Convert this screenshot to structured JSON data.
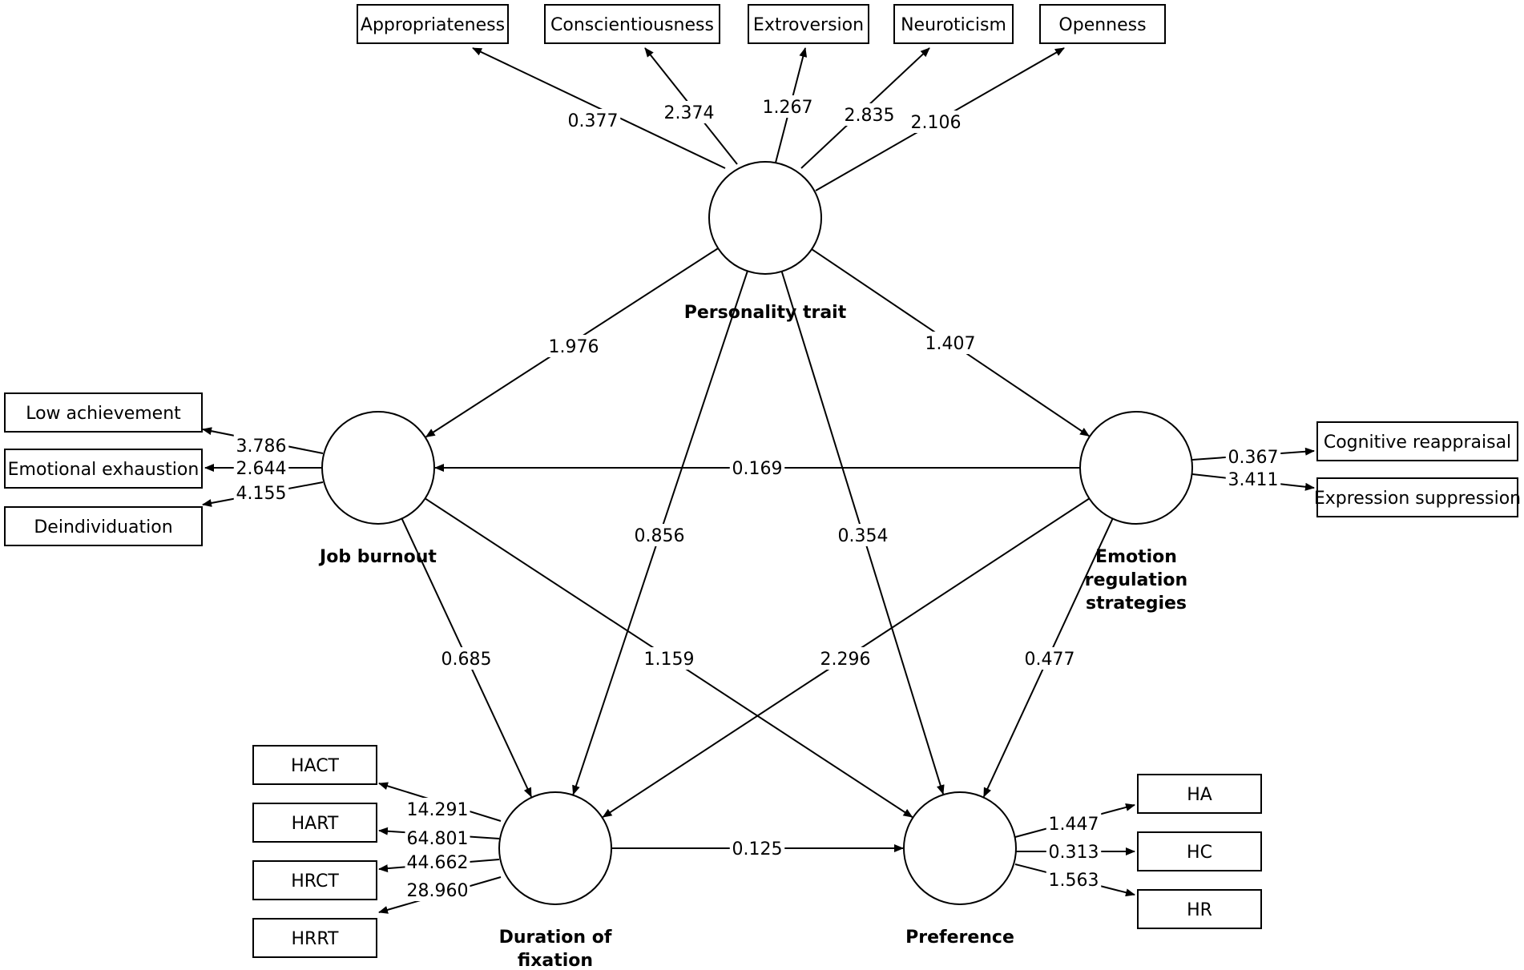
{
  "latents": {
    "pt": {
      "label": [
        "Personality trait"
      ]
    },
    "jb": {
      "label": [
        "Job burnout"
      ]
    },
    "er": {
      "label": [
        "Emotion",
        "regulation",
        "strategies"
      ]
    },
    "df": {
      "label": [
        "Duration of",
        "fixation"
      ]
    },
    "pr": {
      "label": [
        "Preference"
      ]
    }
  },
  "indicators": [
    {
      "id": "appropriateness",
      "label": "Appropriateness",
      "latent": "pt",
      "coef": "0.377"
    },
    {
      "id": "conscientiousness",
      "label": "Conscientiousness",
      "latent": "pt",
      "coef": "2.374"
    },
    {
      "id": "extroversion",
      "label": "Extroversion",
      "latent": "pt",
      "coef": "1.267"
    },
    {
      "id": "neuroticism",
      "label": "Neuroticism",
      "latent": "pt",
      "coef": "2.835"
    },
    {
      "id": "openness",
      "label": "Openness",
      "latent": "pt",
      "coef": "2.106"
    },
    {
      "id": "low-achievement",
      "label": "Low achievement",
      "latent": "jb",
      "coef": "3.786"
    },
    {
      "id": "emotional-exhaustion",
      "label": "Emotional exhaustion",
      "latent": "jb",
      "coef": "2.644"
    },
    {
      "id": "deindividuation",
      "label": "Deindividuation",
      "latent": "jb",
      "coef": "4.155"
    },
    {
      "id": "cognitive-reappraisal",
      "label": "Cognitive reappraisal",
      "latent": "er",
      "coef": "0.367"
    },
    {
      "id": "expression-suppression",
      "label": "Expression suppression",
      "latent": "er",
      "coef": "3.411"
    },
    {
      "id": "hact",
      "label": "HACT",
      "latent": "df",
      "coef": "14.291"
    },
    {
      "id": "hart",
      "label": "HART",
      "latent": "df",
      "coef": "64.801"
    },
    {
      "id": "hrct",
      "label": "HRCT",
      "latent": "df",
      "coef": "44.662"
    },
    {
      "id": "hrrt",
      "label": "HRRT",
      "latent": "df",
      "coef": "28.960"
    },
    {
      "id": "ha",
      "label": "HA",
      "latent": "pr",
      "coef": "1.447"
    },
    {
      "id": "hc",
      "label": "HC",
      "latent": "pr",
      "coef": "0.313"
    },
    {
      "id": "hr",
      "label": "HR",
      "latent": "pr",
      "coef": "1.563"
    }
  ],
  "paths": [
    {
      "id": "pt-jb",
      "from": "pt",
      "to": "jb",
      "coef": "1.976"
    },
    {
      "id": "pt-er",
      "from": "pt",
      "to": "er",
      "coef": "1.407"
    },
    {
      "id": "pt-df",
      "from": "pt",
      "to": "df",
      "coef": "0.856"
    },
    {
      "id": "pt-pr",
      "from": "pt",
      "to": "pr",
      "coef": "0.354"
    },
    {
      "id": "er-jb",
      "from": "er",
      "to": "jb",
      "coef": "0.169"
    },
    {
      "id": "jb-df",
      "from": "jb",
      "to": "df",
      "coef": "0.685"
    },
    {
      "id": "jb-pr",
      "from": "jb",
      "to": "pr",
      "coef": "1.159"
    },
    {
      "id": "er-df",
      "from": "er",
      "to": "df",
      "coef": "2.296"
    },
    {
      "id": "er-pr",
      "from": "er",
      "to": "pr",
      "coef": "0.477"
    },
    {
      "id": "df-pr",
      "from": "df",
      "to": "pr",
      "coef": "0.125"
    }
  ]
}
